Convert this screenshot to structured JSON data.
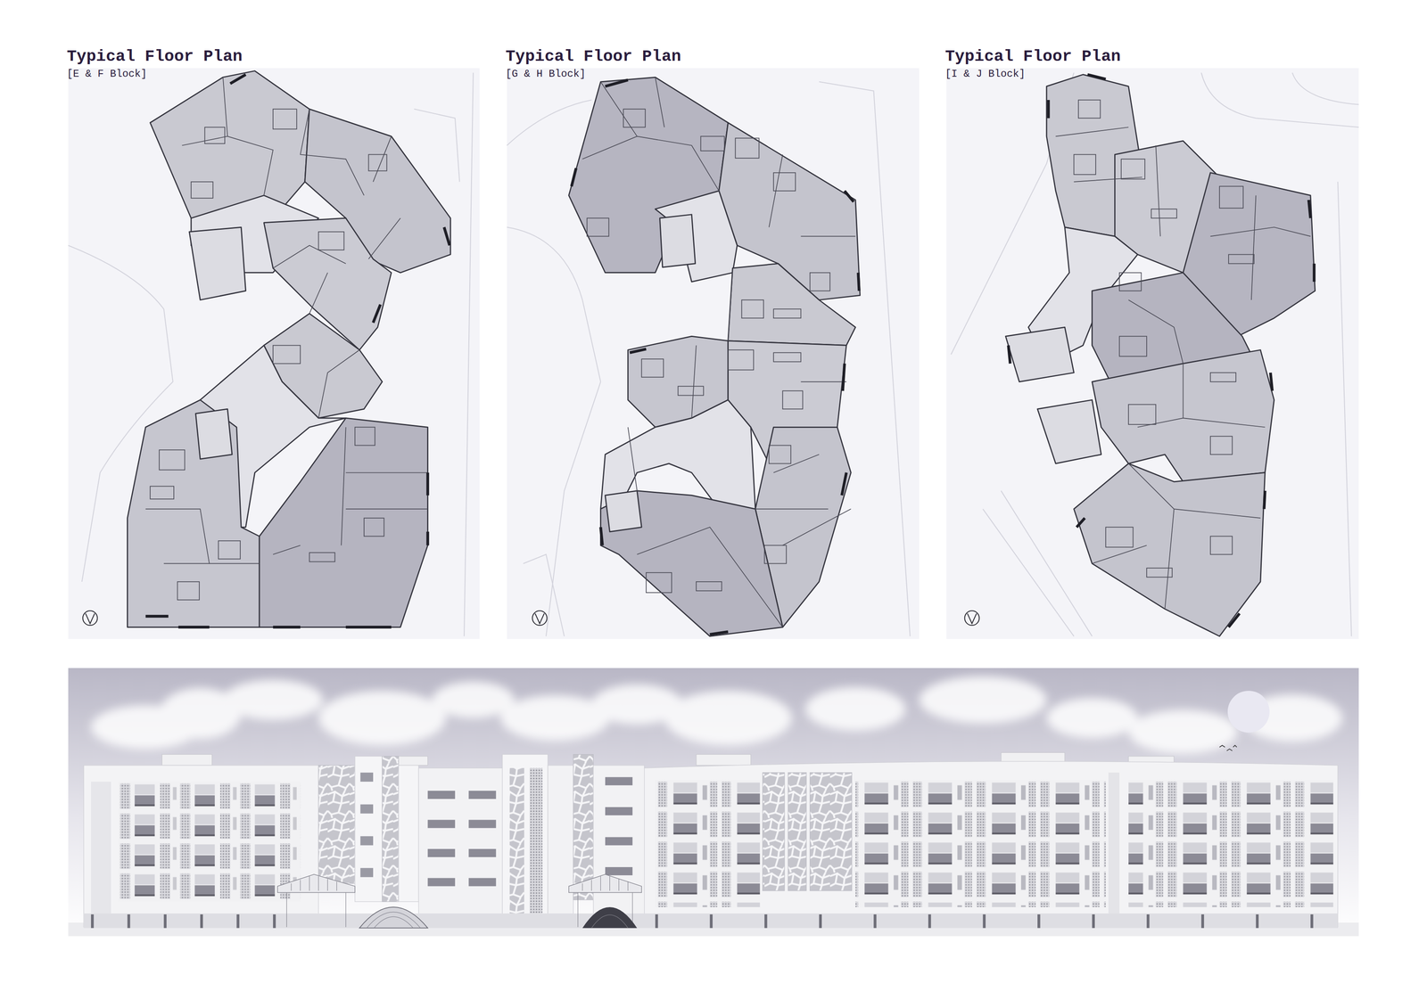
{
  "diagram": {
    "nodes": [
      {
        "text": [
          "Typical Floor Plan",
          "[E & F Block]"
        ]
      },
      {
        "text": [
          "Typical Floor Plan",
          "[G & H Block]"
        ]
      },
      {
        "text": [
          "Typical Floor Plan",
          "[I & J Block]"
        ]
      }
    ]
  }
}
